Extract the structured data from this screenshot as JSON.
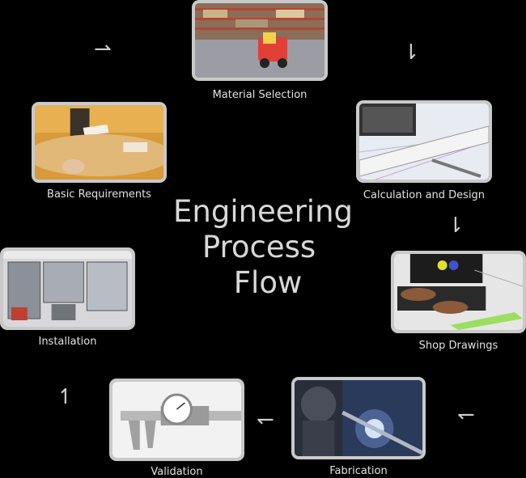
{
  "title": {
    "line1": "Engineering",
    "line2": "Process",
    "line3": "Flow"
  },
  "steps": [
    {
      "label": "Material Selection"
    },
    {
      "label": "Calculation and Design"
    },
    {
      "label": "Shop Drawings"
    },
    {
      "label": "Fabrication"
    },
    {
      "label": "Validation"
    },
    {
      "label": "Installation"
    },
    {
      "label": "Basic Requirements"
    }
  ],
  "arrows": {
    "glyph_right": "⇀",
    "glyph_down": "⇂",
    "glyph_left": "↽",
    "glyph_up": "↿"
  },
  "colors": {
    "background": "#000000",
    "frame": "#c9c9c9",
    "text": "#e2e2e2"
  }
}
